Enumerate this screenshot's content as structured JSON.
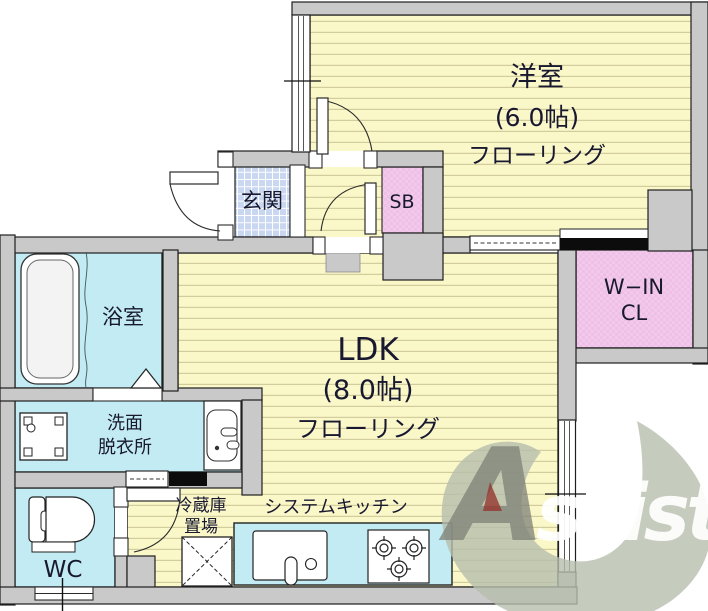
{
  "floor_plan": {
    "rooms": {
      "western_room": {
        "name": "洋室",
        "size": "(6.0帖)",
        "flooring": "フローリング"
      },
      "ldk": {
        "name": "LDK",
        "size": "(8.0帖)",
        "flooring": "フローリング"
      },
      "entrance": {
        "name": "玄関"
      },
      "shoe_box": {
        "name": "SB"
      },
      "walk_in_closet": {
        "line1": "W−IN",
        "line2": "CL"
      },
      "bathroom": {
        "name": "浴室"
      },
      "washroom": {
        "line1": "洗面",
        "line2": "脱衣所"
      },
      "toilet": {
        "name": "WC"
      },
      "refrigerator_space": {
        "line1": "冷蔵庫",
        "line2": "置場"
      },
      "system_kitchen": {
        "name": "システムキッチン"
      }
    },
    "watermark": {
      "initial": "A",
      "rest": "ssist"
    },
    "colors": {
      "flooring_yellow": "#faf7c9",
      "wall_gray": "#c9c9c9",
      "wet_area_cyan": "#c2ebf3",
      "closet_pink": "#f2c8ec",
      "entrance_tile_blue": "#c9d7f1",
      "door_black": "#0c0c0c",
      "watermark_green": "#b7beac",
      "watermark_red": "#93362e",
      "watermark_gray": "#7d8076"
    }
  }
}
